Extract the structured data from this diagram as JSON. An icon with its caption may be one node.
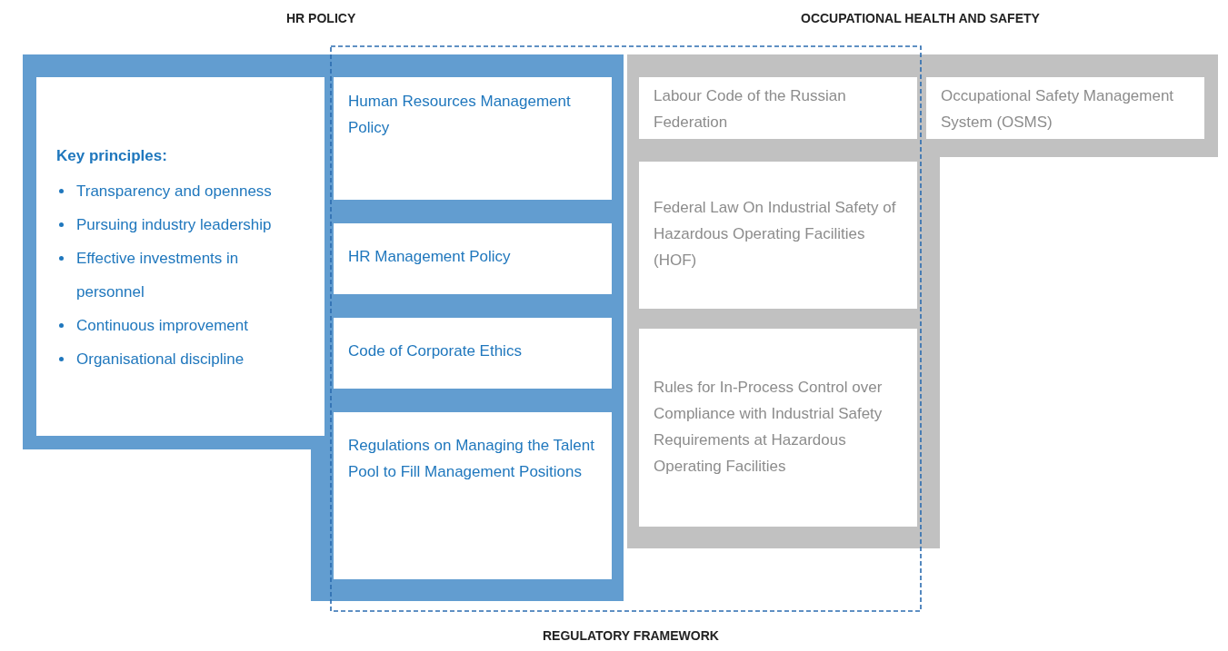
{
  "diagram": {
    "nodes": [
      {
        "text": [
          "HR POLICY"
        ]
      },
      {
        "text": [
          "Key principles:",
          "Transparency and openness",
          "Pursuing industry leadership",
          "Effective investments in personnel",
          "Continuous improvement",
          "Organisational discipline"
        ],
        "in": 0
      },
      {
        "text": [
          "Human Resources Management Policy"
        ]
      },
      {
        "text": [
          "HR Management Policy"
        ]
      },
      {
        "text": [
          "Code of Corporate Ethics"
        ]
      },
      {
        "text": [
          "Regulations on Managing the Talent Pool to Fill Management Positions"
        ]
      },
      {
        "text": [
          "OCCUPATIONAL HEALTH AND SAFETY"
        ]
      },
      {
        "text": [
          "Labour Code of the Russian Federation"
        ]
      },
      {
        "text": [
          "Occupational Safety Management System (OSMS)"
        ],
        "in": 6
      },
      {
        "text": [
          "Federal Law On Industrial Safety of Hazardous Operating Facilities (HOF)"
        ]
      },
      {
        "text": [
          "Rules for In-Process Control over Compliance with Industrial Safety Requirements at Hazardous Operating Facilities"
        ]
      },
      {
        "text": [
          "REGULATORY FRAMEWORK"
        ]
      }
    ]
  }
}
